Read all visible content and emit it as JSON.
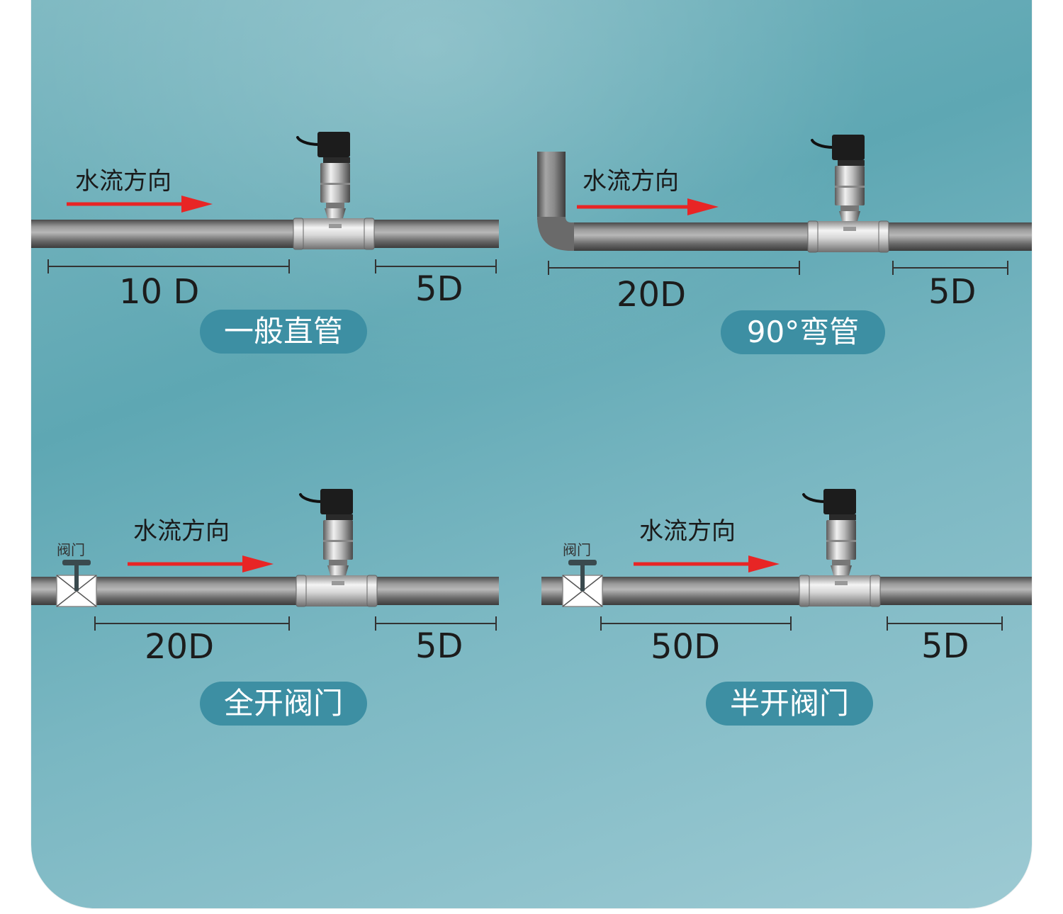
{
  "scenarios": [
    {
      "flow_label": "水流方向",
      "upstream_length": "10 D",
      "downstream_length": "5D",
      "title": "一般直管"
    },
    {
      "flow_label": "水流方向",
      "upstream_length": "20D",
      "downstream_length": "5D",
      "title": "90°弯管"
    },
    {
      "flow_label": "水流方向",
      "valve_label": "阀门",
      "upstream_length": "20D",
      "downstream_length": "5D",
      "title": "全开阀门"
    },
    {
      "flow_label": "水流方向",
      "valve_label": "阀门",
      "upstream_length": "50D",
      "downstream_length": "5D",
      "title": "半开阀门"
    }
  ],
  "colors": {
    "flow_arrow": "#e82525",
    "pipe": "#6e6e6e",
    "pill": "#3d8fa3",
    "background": "#6aafb9"
  }
}
